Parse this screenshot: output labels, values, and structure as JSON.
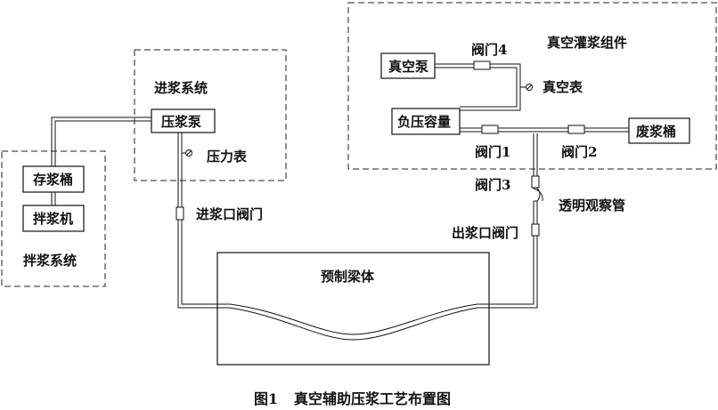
{
  "colors": {
    "line": "#111111",
    "background": "#ffffff"
  },
  "groups": {
    "grout_system": "进浆系统",
    "mixing_system": "拌浆系统",
    "vacuum_assembly": "真空灌浆组件"
  },
  "equipment": {
    "grout_pump": "压浆泵",
    "storage_tank": "存浆桶",
    "mixer": "拌浆机",
    "vacuum_pump": "真空泵",
    "negative_pressure_vessel": "负压容量",
    "waste_tank": "废浆桶",
    "beam": "预制梁体"
  },
  "labels": {
    "pressure_gauge": "压力表",
    "inlet_valve": "进浆口阀门",
    "vacuum_gauge": "真空表",
    "valve_1": "阀门1",
    "valve_2": "阀门2",
    "valve_3": "阀门3",
    "valve_4": "阀门4",
    "observation_tube": "透明观察管",
    "outlet_valve": "出浆口阀门"
  },
  "caption": {
    "figure_no": "图1",
    "title": "真空辅助压浆工艺布置图"
  }
}
